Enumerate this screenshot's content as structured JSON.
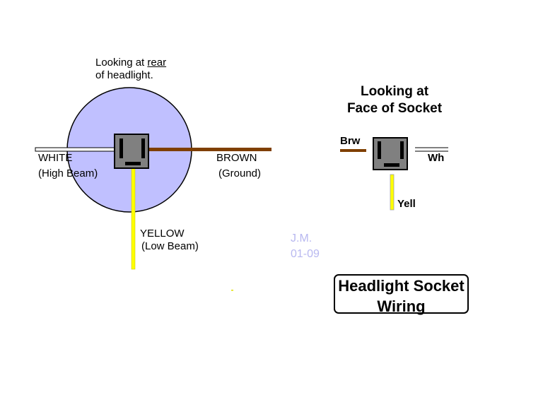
{
  "diagram": {
    "title_box": {
      "line1": "Headlight Socket",
      "line2": "Wiring"
    },
    "rear_view": {
      "caption_prefix": "Looking at ",
      "caption_emphasis": "rear",
      "caption_line2": "of headlight.",
      "wires": [
        {
          "id": "white",
          "name": "WHITE",
          "function": "(High Beam)",
          "color": "#ffffff"
        },
        {
          "id": "brown",
          "name": "BROWN",
          "function": "(Ground)",
          "color": "#7f3f00"
        },
        {
          "id": "yellow",
          "name": "YELLOW",
          "function": "(Low Beam)",
          "color": "#ffff00"
        }
      ],
      "headlight_color": "#c0c0ff",
      "socket_color": "#808080"
    },
    "face_view": {
      "caption_line1": "Looking at",
      "caption_line2": "Face of Socket",
      "wire_labels": {
        "brown": "Brw",
        "white": "Wh",
        "yellow": "Yell"
      }
    },
    "credit": {
      "initials": "J.M.",
      "date": "01-09",
      "color": "#b8b8f0"
    }
  }
}
